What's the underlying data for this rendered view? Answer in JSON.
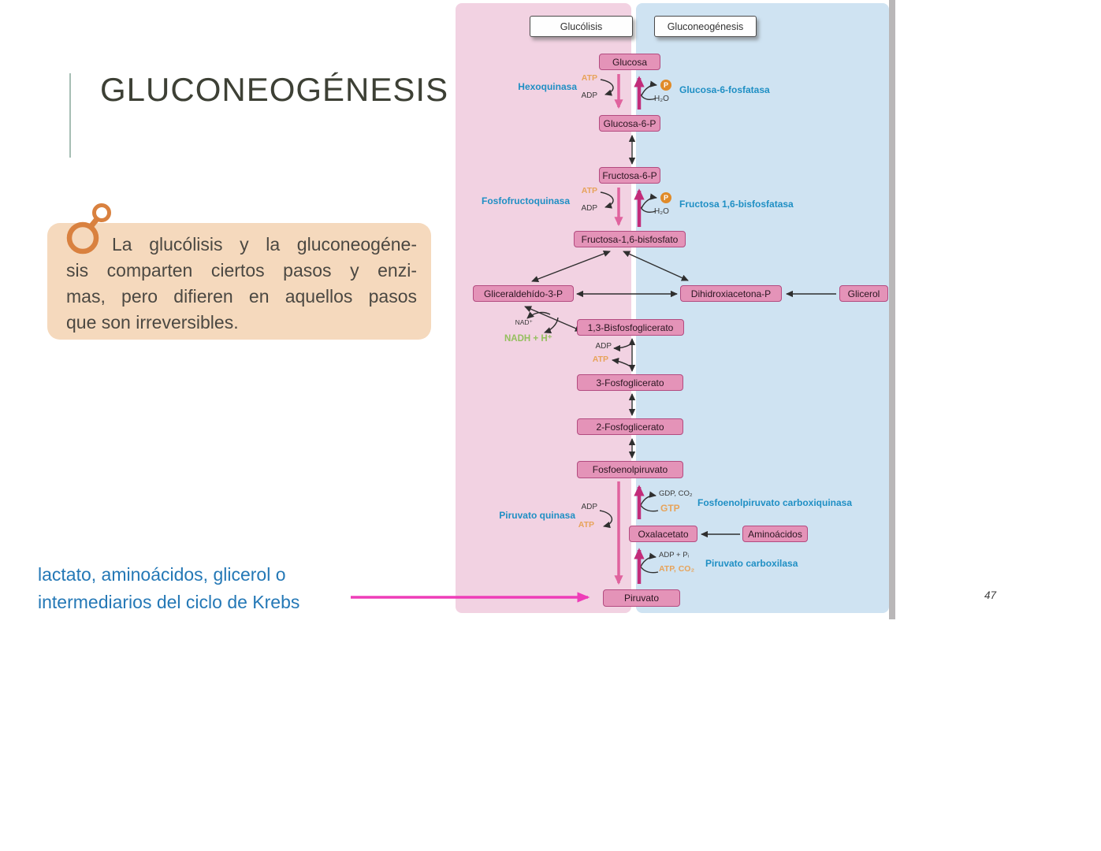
{
  "title": {
    "text": "GLUCONEOGÉNESIS"
  },
  "page": {
    "number": "47"
  },
  "callout": {
    "lines": [
      "La glucólisis y la gluconeogéne-",
      "sis comparten ciertos pasos y enzi-",
      "mas, pero difieren en aquellos pasos",
      "que son irreversibles."
    ]
  },
  "annotation": {
    "lines": [
      "lactato, aminoácidos, glicerol o",
      "intermediarios del ciclo de Krebs"
    ]
  },
  "diagram": {
    "headers": {
      "glycolysis": "Glucólisis",
      "gluconeogenesis": "Gluconeogénesis"
    },
    "metabolites": {
      "glucosa": "Glucosa",
      "glucosa_6_p": "Glucosa-6-P",
      "fructosa_6_p": "Fructosa-6-P",
      "fructosa_16_bp": "Fructosa-1,6-bisfosfato",
      "gliceraldehido_3_p": "Gliceraldehído-3-P",
      "dihidroxiacetona_p": "Dihidroxiacetona-P",
      "glicerol": "Glicerol",
      "bpg_13": "1,3-Bisfosfoglicerato",
      "fosfoglicerato_3": "3-Fosfoglicerato",
      "fosfoglicerato_2": "2-Fosfoglicerato",
      "fosfoenolpiruvato": "Fosfoenolpiruvato",
      "oxalacetato": "Oxalacetato",
      "aminoacidos": "Aminoácidos",
      "piruvato": "Piruvato"
    },
    "enzymes": {
      "hexoquinasa": "Hexoquinasa",
      "glucosa_6_fosfatasa": "Glucosa-6-fosfatasa",
      "fosfofructoquinasa": "Fosfofructoquinasa",
      "fructosa_16_bisfosfatasa": "Fructosa 1,6-bisfosfatasa",
      "piruvato_quinasa": "Piruvato quinasa",
      "pep_carboxiquinasa": "Fosfoenolpiruvato carboxiquinasa",
      "piruvato_carboxilasa": "Piruvato carboxilasa"
    },
    "cofactors": {
      "atp": "ATP",
      "adp": "ADP",
      "h2o": "H₂O",
      "p": "P",
      "nad": "NAD⁺",
      "nadh": "NADH + H⁺",
      "gdp_co2": "GDP, CO₂",
      "gtp": "GTP",
      "adp_pi": "ADP + Pᵢ",
      "atp_co2": "ATP, CO₂"
    },
    "colors": {
      "glycolysis_panel": "#f2d2e2",
      "gluconeogenesis_panel": "#cfe3f2",
      "metabolite_box": "#e493b8",
      "metabolite_border": "#b34b80",
      "enzyme_text": "#1f8fc4",
      "atp_orange": "#e7a35a",
      "nadh_green": "#94bf5e",
      "glycolysis_arrow": "#e0639e",
      "gluconeogenesis_arrow": "#c22c7a",
      "annotation_arrow": "#ee3db8",
      "annotation_text": "#2478b6",
      "callout_bg": "#f5d9bd",
      "icon_orange": "#d9813f"
    }
  }
}
